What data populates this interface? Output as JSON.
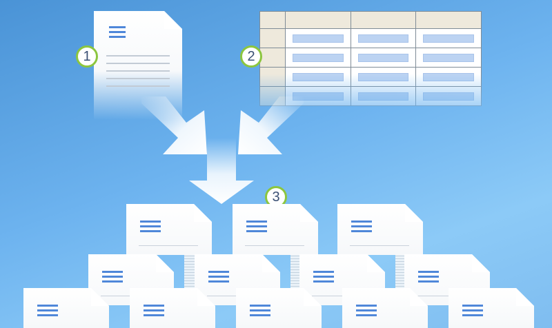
{
  "diagram": {
    "steps": [
      {
        "number": "1",
        "label": ""
      },
      {
        "number": "2",
        "label": ""
      },
      {
        "number": "3",
        "label": ""
      }
    ],
    "table": {
      "header_cols": 4,
      "data_rows": 4
    }
  }
}
